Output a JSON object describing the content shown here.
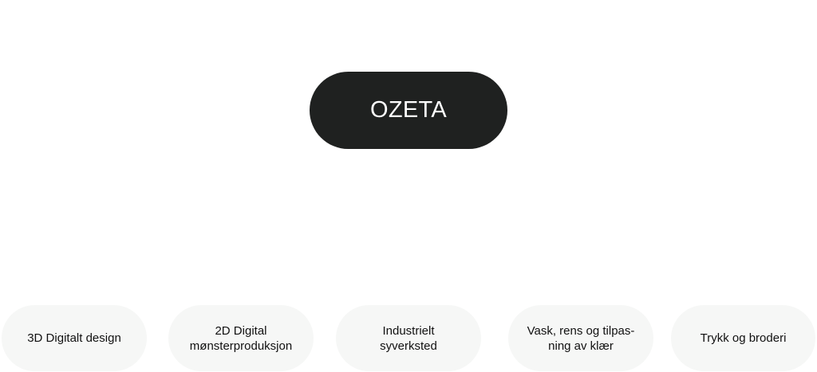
{
  "root": {
    "label": "OZETA"
  },
  "children": [
    {
      "label": "3D Digitalt design"
    },
    {
      "label": "2D Digital\nmønsterproduksjon"
    },
    {
      "label": "Industrielt\nsyverksted"
    },
    {
      "label": "Vask, rens og tilpas-\nning av klær"
    },
    {
      "label": "Trykk og broderi"
    }
  ],
  "colors": {
    "root_fill": "#1f2120",
    "root_text": "#ffffff",
    "child_fill": "#f6f7f6",
    "child_text": "#111111",
    "background": "#ffffff"
  }
}
